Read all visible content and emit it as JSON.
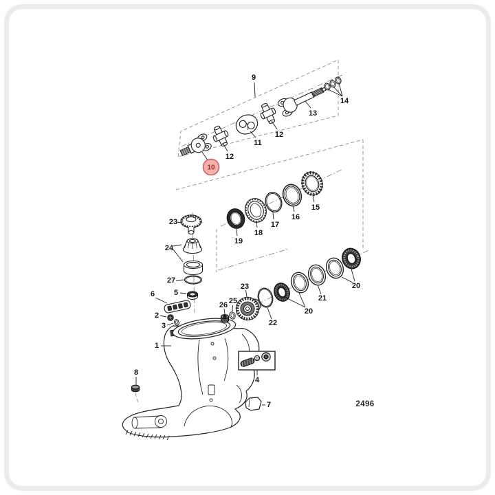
{
  "drawing_number": "2496",
  "highlighted_callout": "10",
  "colors": {
    "ink": "#1a1a1a",
    "guide": "#8a8a8a",
    "highlight_fill": "#f4b0ac",
    "highlight_stroke": "#cf5f5f",
    "highlight_text": "#9c2f2f"
  },
  "callouts": [
    {
      "label": "9"
    },
    {
      "label": "10",
      "highlighted": true
    },
    {
      "label": "11"
    },
    {
      "label": "12"
    },
    {
      "label": "12"
    },
    {
      "label": "13"
    },
    {
      "label": "14"
    },
    {
      "label": "15"
    },
    {
      "label": "16"
    },
    {
      "label": "17"
    },
    {
      "label": "18"
    },
    {
      "label": "19"
    },
    {
      "label": "23"
    },
    {
      "label": "24"
    },
    {
      "label": "27"
    },
    {
      "label": "5"
    },
    {
      "label": "6"
    },
    {
      "label": "2"
    },
    {
      "label": "3"
    },
    {
      "label": "1"
    },
    {
      "label": "8"
    },
    {
      "label": "26"
    },
    {
      "label": "25"
    },
    {
      "label": "23"
    },
    {
      "label": "22"
    },
    {
      "label": "20"
    },
    {
      "label": "21"
    },
    {
      "label": "20"
    },
    {
      "label": "4"
    },
    {
      "label": "7"
    }
  ]
}
